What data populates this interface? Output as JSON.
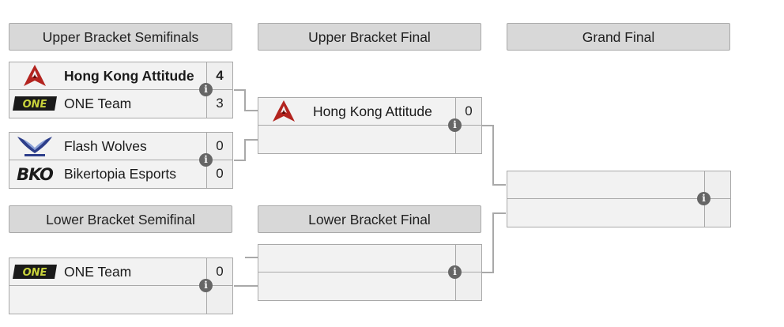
{
  "rounds": {
    "ubs": "Upper Bracket Semifinals",
    "ubf": "Upper Bracket Final",
    "gf": "Grand Final",
    "lbs": "Lower Bracket Semifinal",
    "lbf": "Lower Bracket Final"
  },
  "matches": {
    "ubs1": {
      "top": {
        "name": "Hong Kong Attitude",
        "score": "4",
        "logo": "hka-logo"
      },
      "bottom": {
        "name": "ONE Team",
        "score": "3",
        "logo": "one-logo"
      }
    },
    "ubs2": {
      "top": {
        "name": "Flash Wolves",
        "score": "0",
        "logo": "fw-logo"
      },
      "bottom": {
        "name": "Bikertopia Esports",
        "score": "0",
        "logo": "bko-logo"
      }
    },
    "ubf": {
      "top": {
        "name": "Hong Kong Attitude",
        "score": "0",
        "logo": "hka-logo"
      },
      "bottom": {
        "name": "",
        "score": ""
      }
    },
    "gf": {
      "top": {
        "name": "",
        "score": ""
      },
      "bottom": {
        "name": "",
        "score": ""
      }
    },
    "lbs": {
      "top": {
        "name": "ONE Team",
        "score": "0",
        "logo": "one-logo"
      },
      "bottom": {
        "name": "",
        "score": ""
      }
    },
    "lbf": {
      "top": {
        "name": "",
        "score": ""
      },
      "bottom": {
        "name": "",
        "score": ""
      }
    }
  },
  "info_glyph": "i",
  "colors": {
    "header_bg": "#d8d8d8",
    "cell_bg": "#f2f2f2",
    "border": "#a9a9a9",
    "connector": "#a9a9a9",
    "info_icon": "#666666",
    "hka_red": "#b3241f",
    "one_yellow": "#c8d23c"
  }
}
